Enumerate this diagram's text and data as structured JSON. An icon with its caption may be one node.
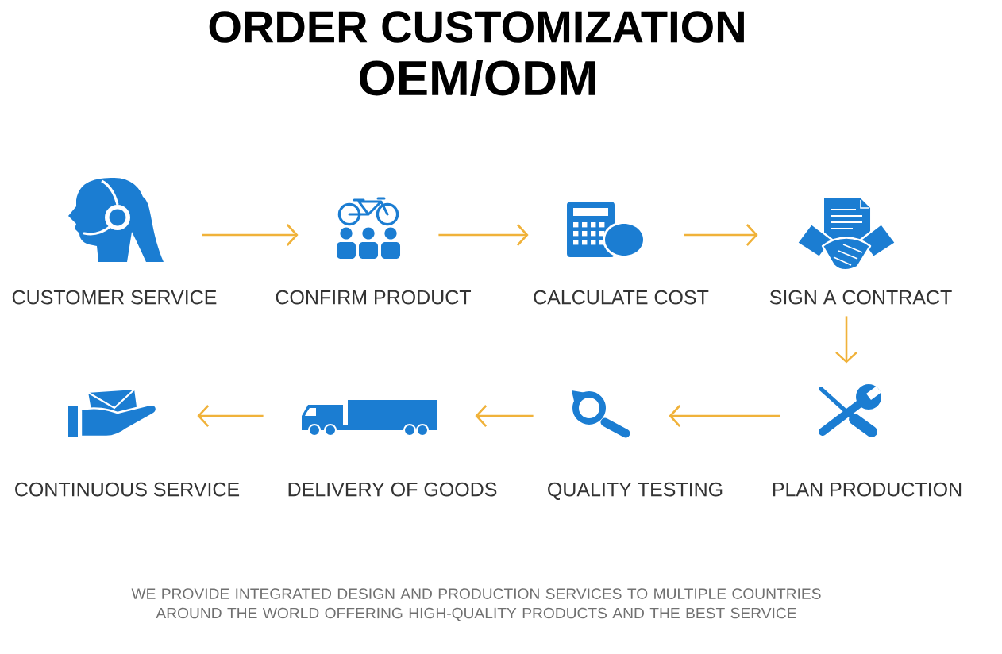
{
  "diagram": {
    "title": "ORDER CUSTOMIZATION",
    "nodes": [
      {
        "text": [],
        "shape": "picture",
        "beside": [
          "CUSTOMER SERVICE"
        ]
      },
      {
        "text": [],
        "shape": "picture",
        "beside": [
          "CONFIRM PRODUCT"
        ]
      },
      {
        "text": [],
        "shape": "picture",
        "beside": [
          "CALCULATE COST"
        ]
      },
      {
        "text": [],
        "shape": "picture",
        "beside": [
          "SIGN A CONTRACT"
        ]
      },
      {
        "text": [],
        "shape": "picture",
        "beside": [
          "CONTINUOUS SERVICE"
        ]
      },
      {
        "text": [],
        "shape": "picture",
        "beside": [
          "DELIVERY OF GOODS"
        ]
      },
      {
        "text": [],
        "shape": "picture",
        "beside": [
          "QUALITY TESTING"
        ]
      },
      {
        "text": [],
        "shape": "picture",
        "beside": [
          "PLAN PRODUCTION"
        ]
      }
    ],
    "edges": [
      {
        "from": 0,
        "to": 1,
        "arrow": "to"
      },
      {
        "from": 1,
        "to": 2,
        "arrow": "to"
      },
      {
        "from": 2,
        "to": 3,
        "arrow": "to"
      },
      {
        "from": 3,
        "to": 7,
        "arrow": "to"
      },
      {
        "from": 7,
        "to": 6,
        "arrow": "to"
      },
      {
        "from": 6,
        "to": 5,
        "arrow": "to"
      },
      {
        "from": 5,
        "to": 4,
        "arrow": "to"
      }
    ],
    "labels": [
      "OEM/ODM",
      "WE PROVIDE INTEGRATED DESIGN AND PRODUCTION SERVICES TO MULTIPLE COUNTRIES AROUND THE WORLD OFFERING HIGH-QUALITY PRODUCTS AND THE BEST SERVICE"
    ]
  }
}
